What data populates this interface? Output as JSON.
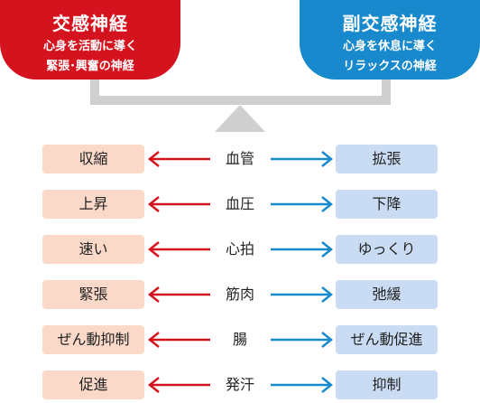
{
  "sympathetic": {
    "title": "交感神経",
    "subtitle_line1": "心身を活動に導く",
    "subtitle_line2": "緊張･興奮の神経",
    "color": "#d5131f"
  },
  "parasympathetic": {
    "title": "副交感神経",
    "subtitle_line1": "心身を休息に導く",
    "subtitle_line2": "リラックスの神経",
    "color": "#1989cd"
  },
  "rows": [
    {
      "left": "収縮",
      "center": "血管",
      "right": "拡張"
    },
    {
      "left": "上昇",
      "center": "血圧",
      "right": "下降"
    },
    {
      "left": "速い",
      "center": "心拍",
      "right": "ゆっくり"
    },
    {
      "left": "緊張",
      "center": "筋肉",
      "right": "弛緩"
    },
    {
      "left": "ぜん動抑制",
      "center": "腸",
      "right": "ぜん動促進"
    },
    {
      "left": "促進",
      "center": "発汗",
      "right": "抑制"
    }
  ]
}
